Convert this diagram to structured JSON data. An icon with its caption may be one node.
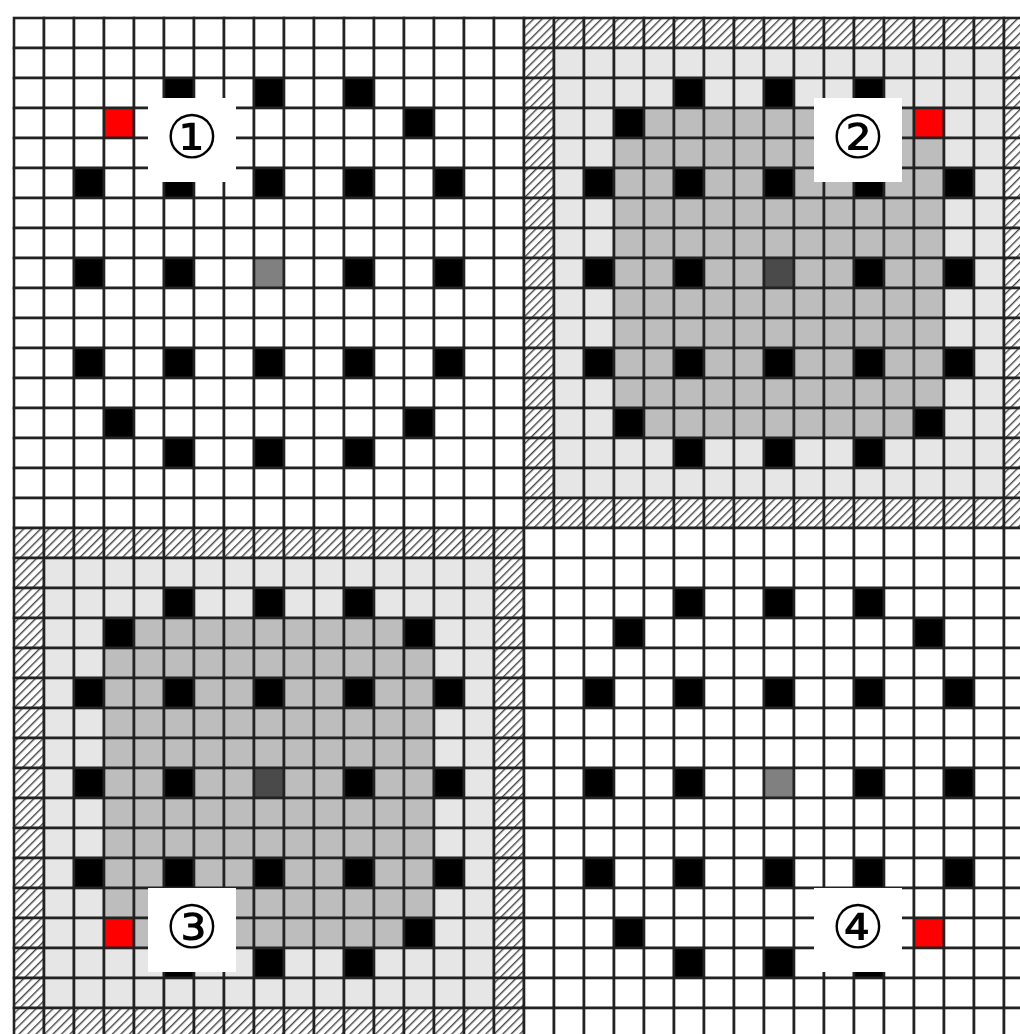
{
  "diagram": {
    "labels": [
      "①",
      "②",
      "③",
      "④"
    ]
  }
}
